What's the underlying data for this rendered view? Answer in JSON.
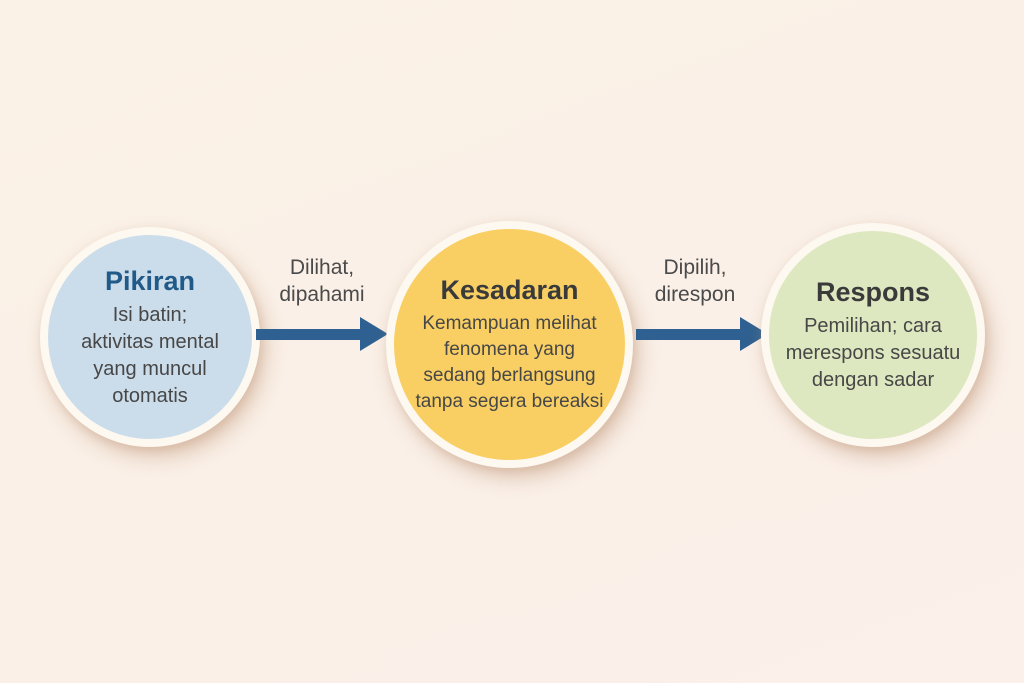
{
  "diagram": {
    "type": "process-flow",
    "nodes": [
      {
        "id": "pikiran",
        "title": "Pikiran",
        "body": "Isi batin;\naktivitas mental\nyang muncul\notomatis",
        "fill_color": "#cbdcea",
        "title_color": "#215a88"
      },
      {
        "id": "kesadaran",
        "title": "Kesadaran",
        "body": "Kemampuan melihat\nfenomena yang\nsedang berlangsung\ntanpa segera bereaksi",
        "fill_color": "#f9cf64",
        "title_color": "#3a3a3a"
      },
      {
        "id": "respons",
        "title": "Respons",
        "body": "Pemilihan; cara\nmerespons sesuatu\ndengan sadar",
        "fill_color": "#dde8c0",
        "title_color": "#3a3a3a"
      }
    ],
    "arrows": [
      {
        "from": "pikiran",
        "to": "kesadaran",
        "label": "Dilihat,\ndipahami",
        "color": "#2e6091"
      },
      {
        "from": "kesadaran",
        "to": "respons",
        "label": "Dipilih,\ndirespon",
        "color": "#2e6091"
      }
    ],
    "background_color": "#faf0e8",
    "ring_color": "#fdf8f0",
    "body_text_color": "#474747",
    "label_text_color": "#4a4a4a"
  }
}
